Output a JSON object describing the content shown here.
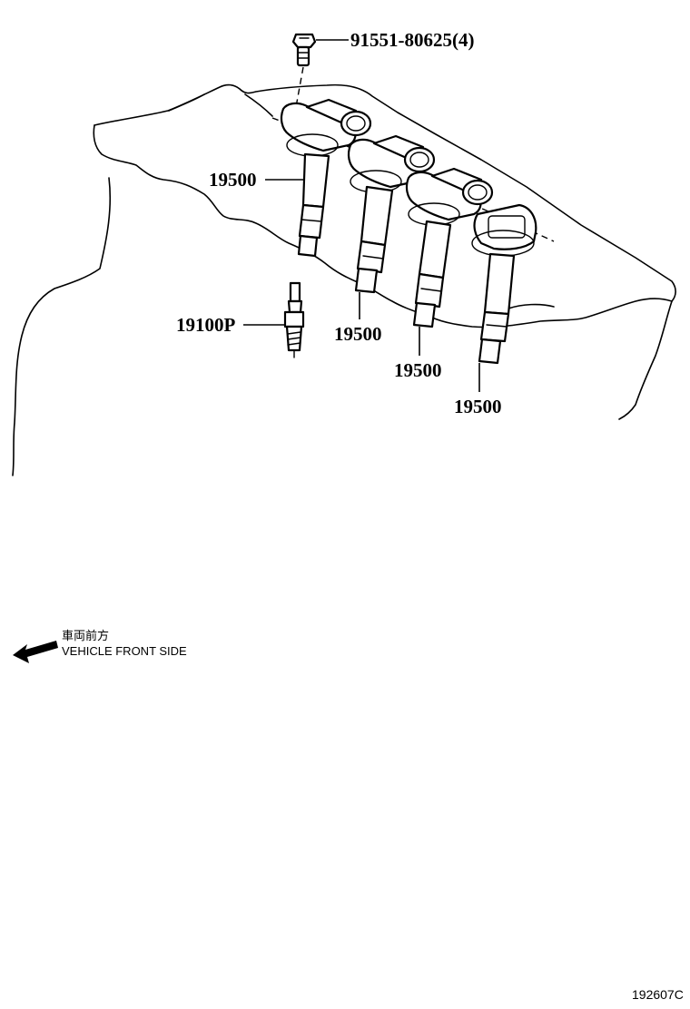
{
  "callouts": {
    "bolt": "91551-80625(4)",
    "coil_1": "19500",
    "coil_2": "19500",
    "coil_3": "19500",
    "coil_4": "19500",
    "spark_plug": "19100P"
  },
  "direction_note": {
    "japanese": "車両前方",
    "english": "VEHICLE FRONT SIDE"
  },
  "reference_code": "192607C"
}
